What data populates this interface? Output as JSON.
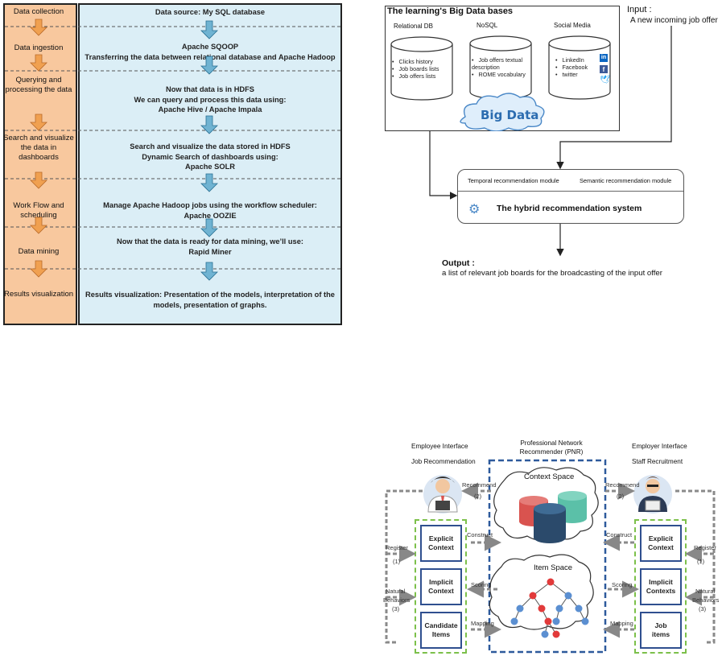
{
  "pipeline": {
    "stages": [
      "Data collection",
      "Data ingestion",
      "Querying and processing the data",
      "Search and visualize the data in dashboards",
      "Work Flow and scheduling",
      "Data mining",
      "Results visualization"
    ],
    "descriptions": [
      "Data source: My SQL database",
      "Apache SQOOP\nTransferring the data between relational database and Apache Hadoop",
      "Now that data is in HDFS\nWe can query and process this data using:\nApache Hive / Apache Impala",
      "Search and visualize the data stored in HDFS\nDynamic Search of dashboards using:\nApache SOLR",
      "Manage Apache Hadoop jobs using the workflow scheduler:\nApache OOZIE",
      "Now that the data is ready for data mining, we’ll use:\nRapid Miner",
      "Results visualization: Presentation of the models, interpretation of the\nmodels, presentation of graphs."
    ],
    "colors": {
      "stage_fill": "#f8c89e",
      "desc_fill": "#dbeef6",
      "arrow": "#f0a050",
      "down_arrow": "#6fb3d2"
    }
  },
  "hybrid": {
    "title": "The learning's Big Data bases",
    "dbs": [
      {
        "name": "Relational DB",
        "items": [
          "Clicks history",
          "Job boards lists",
          "Job offers lists"
        ]
      },
      {
        "name": "NoSQL",
        "items": [
          "Job offers textual description",
          "ROME vocabulary"
        ]
      },
      {
        "name": "Social Media",
        "items": [
          "LinkedIn",
          "Facebook",
          "twitter"
        ]
      }
    ],
    "big_data": "Big Data",
    "input_label": "Input :",
    "input_text": "A new incoming job offer",
    "temporal_module": "Temporal recommendation module",
    "semantic_module": "Semantic  recommendation module",
    "system_name": "The hybrid recommendation system",
    "output_label": "Output :",
    "output_text": "a list of relevant job boards for the broadcasting of the input offer"
  },
  "pnr": {
    "title": "Professional Network\nRecommender (PNR)",
    "employee_interface": "Employee Interface",
    "job_recommendation": "Job Recommendation",
    "employer_interface": "Employer Interface",
    "staff_recruitment": "Staff Recruitment",
    "context_space": "Context Space",
    "item_space": "Item Space",
    "left_boxes": [
      "Explicit\nContext",
      "Implicit\nContext",
      "Candidate\nItems"
    ],
    "right_boxes": [
      "Explicit\nContext",
      "Implicit\nContexts",
      "Job\nitems"
    ],
    "recommend": "Recommend",
    "recommend_num": "(2)",
    "construct": "Construct",
    "scoring": "Scoring",
    "mapping": "Mapping",
    "register": "Register",
    "register_num": "(1)",
    "natural": "Natural",
    "behaviors": "Behaviors",
    "behaviors_num": "(3)",
    "colors": {
      "blue_dash": "#2e5a9c",
      "green_dash": "#7cc04a",
      "db_red": "#d9534f",
      "db_teal": "#5bc0a8",
      "db_navy": "#2b4a6b",
      "node_red": "#e23a3a",
      "node_blue": "#5b8fd1"
    }
  }
}
